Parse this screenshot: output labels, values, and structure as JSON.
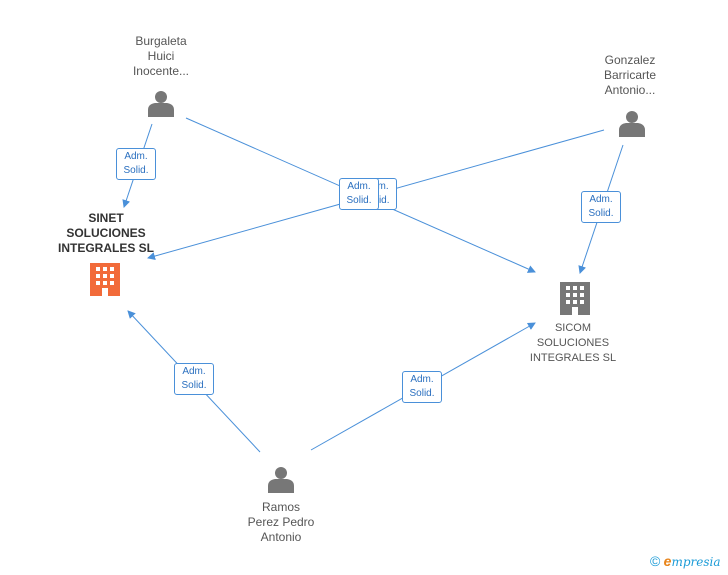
{
  "people": {
    "burgaleta": {
      "lines": [
        "Burgaleta",
        "Huici",
        "Inocente..."
      ]
    },
    "gonzalez": {
      "lines": [
        "Gonzalez",
        "Barricarte",
        "Antonio..."
      ]
    },
    "ramos": {
      "lines": [
        "Ramos",
        "Perez Pedro",
        "Antonio"
      ]
    }
  },
  "companies": {
    "sinet": {
      "lines": [
        "SINET",
        "SOLUCIONES",
        "INTEGRALES SL"
      ]
    },
    "sicom": {
      "lines": [
        "SICOM",
        "SOLUCIONES",
        "INTEGRALES SL"
      ]
    }
  },
  "edge_label": {
    "line1": "Adm.",
    "line2": "Solid."
  },
  "colors": {
    "edge": "#4a90d9",
    "person": "#777777",
    "company_main": "#f26b3a",
    "company_other": "#777777"
  },
  "icons": {
    "person": "person-icon",
    "company": "building-icon",
    "copyright": "copyright-icon"
  },
  "footer": {
    "copyright": "©",
    "brand_e": "e",
    "brand_rest": "mpresia"
  }
}
